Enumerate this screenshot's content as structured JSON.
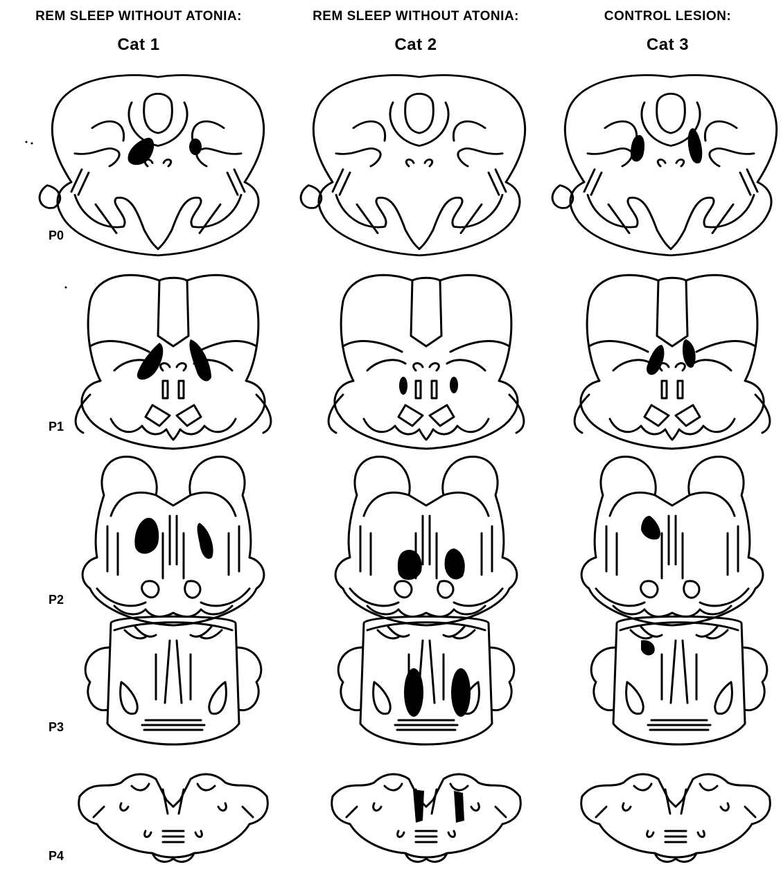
{
  "columns": [
    {
      "group": "REM SLEEP WITHOUT ATONIA:",
      "cat": "Cat 1"
    },
    {
      "group": "REM SLEEP WITHOUT ATONIA:",
      "cat": "Cat 2"
    },
    {
      "group": "CONTROL LESION:",
      "cat": "Cat 3"
    }
  ],
  "levels": [
    "P0",
    "P1",
    "P2",
    "P3",
    "P4"
  ],
  "colors": {
    "ink": "#000000",
    "paper": "#ffffff"
  }
}
